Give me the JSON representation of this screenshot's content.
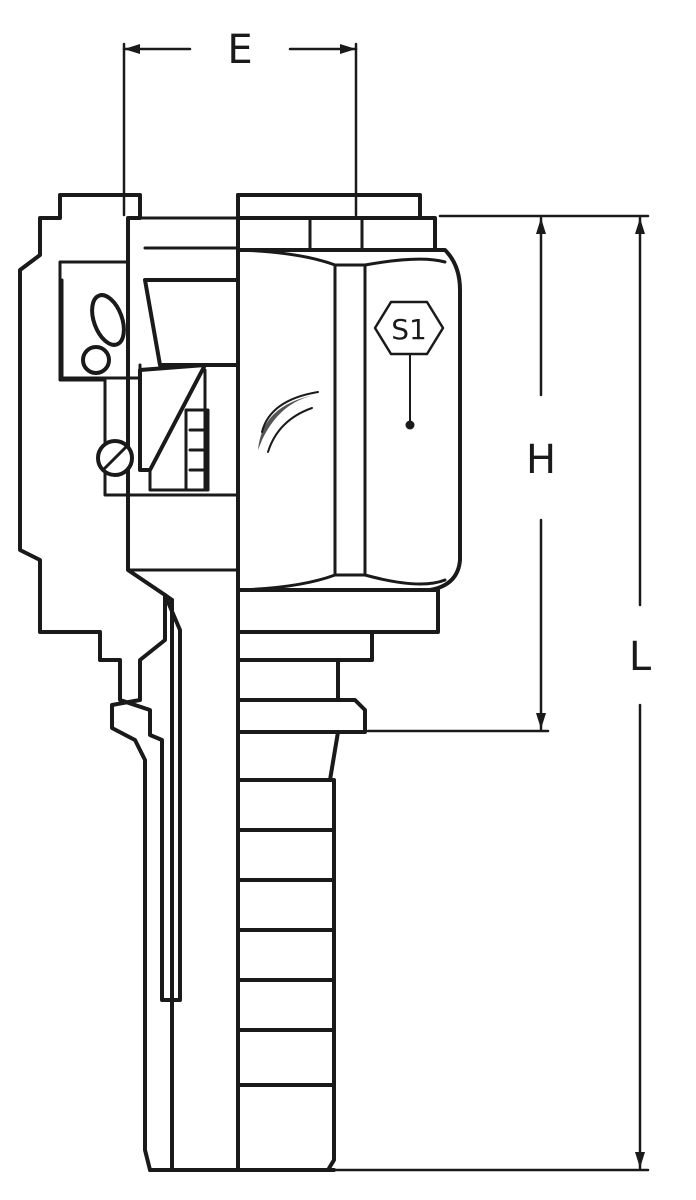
{
  "dimensions": {
    "e_label": "E",
    "h_label": "H",
    "l_label": "L"
  },
  "hex_callout": {
    "label": "S1"
  },
  "colors": {
    "ink": "#1a1a1a",
    "paper": "#ffffff"
  },
  "icons": {
    "logo": "swoosh-logo-icon"
  }
}
